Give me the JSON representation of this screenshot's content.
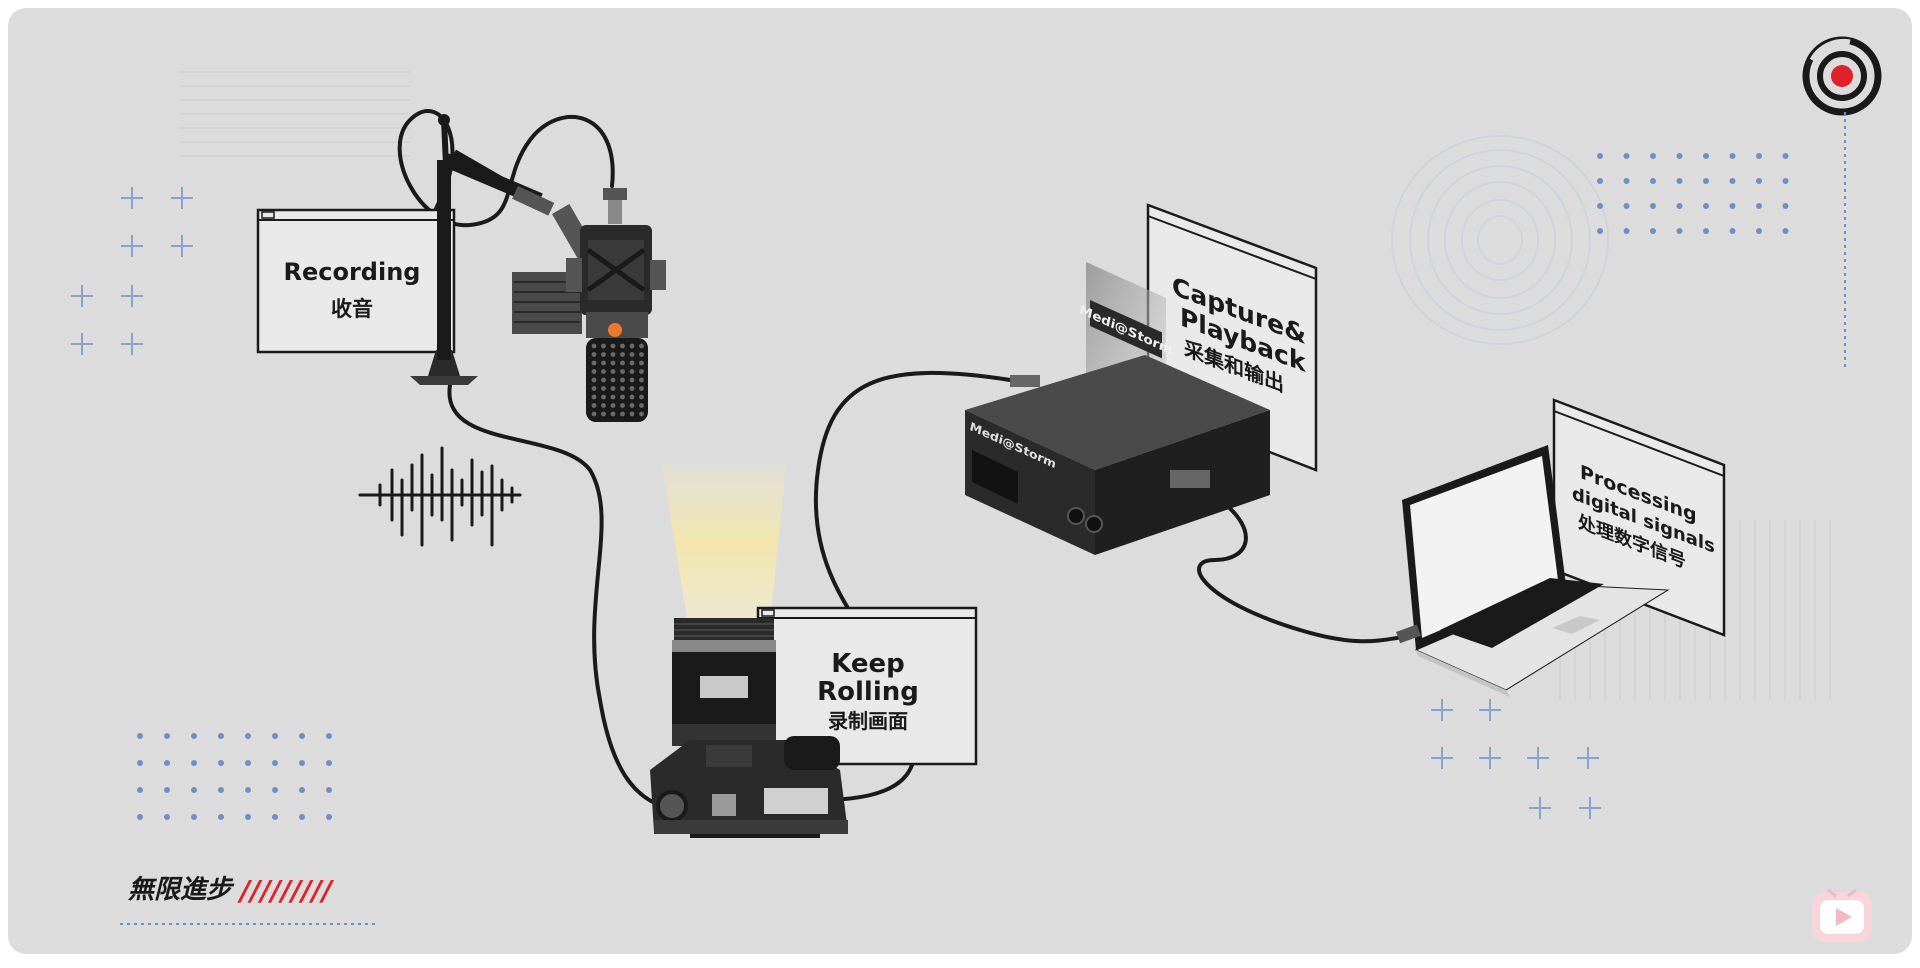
{
  "colors": {
    "background": "#dcdcdc",
    "accent_red": "#e0202a",
    "dot_blue": "#6f8fc4",
    "plus_blue": "#8aa2cc",
    "dark": "#1a1a1a",
    "panel": "#e9e9e9",
    "light_beam": "#f4e7a8",
    "play_pink": "#f2c6cc"
  },
  "labels": {
    "recording": {
      "en": "Recording",
      "zh": "收音"
    },
    "keep_rolling": {
      "en_line1": "Keep",
      "en_line2": "Rolling",
      "zh": "录制画面"
    },
    "capture": {
      "en_line1": "Capture&",
      "en_line2": "Playback",
      "zh": "采集和输出"
    },
    "processing": {
      "en_line1": "Processing",
      "en_line2": "digital signals",
      "zh": "处理数字信号"
    }
  },
  "device_brand": "Medi@Storm",
  "brand_logo": "無限進步",
  "brand_stripes": "/////////",
  "icons": {
    "top_right": "target-logo-icon",
    "bottom_right": "play-tv-icon",
    "soundwave": "soundwave-icon"
  }
}
